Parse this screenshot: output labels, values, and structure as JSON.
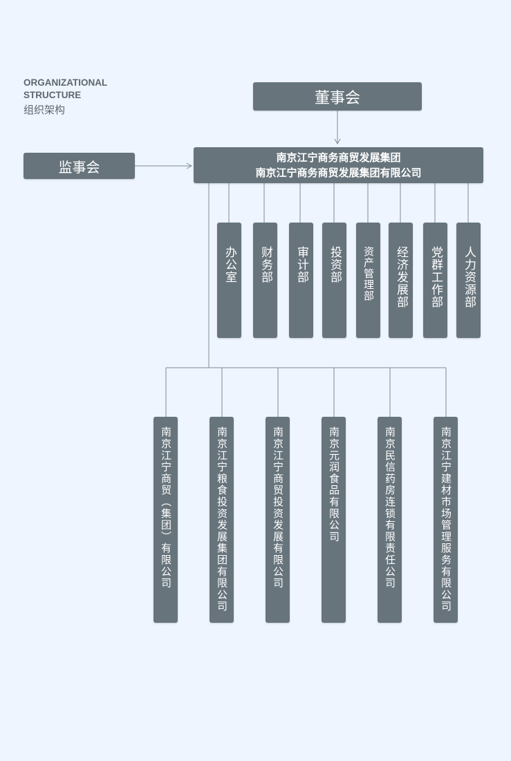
{
  "heading": {
    "en": "ORGANIZATIONAL\nSTRUCTURE",
    "cn": "组织架构"
  },
  "board": "董事会",
  "supervisory": "监事会",
  "group": {
    "line1": "南京江宁商务商贸发展集团",
    "line2": "南京江宁商务商贸发展集团有限公司"
  },
  "departments": [
    "办公室",
    "财务部",
    "审计部",
    "投资部",
    "资产管理部",
    "经济发展部",
    "党群工作部",
    "人力资源部"
  ],
  "subsidiaries": [
    "南京江宁商贸（集团）有限公司",
    "南京江宁粮食投资发展集团有限公司",
    "南京江宁商贸投资发展有限公司",
    "南京元润食品有限公司",
    "南京民信药房连锁有限责任公司",
    "南京江宁建材市场管理服务有限公司"
  ],
  "colors": {
    "background": "#eef5fe",
    "box": "#67747c",
    "line": "#7e8a92",
    "text": "#ffffff"
  }
}
